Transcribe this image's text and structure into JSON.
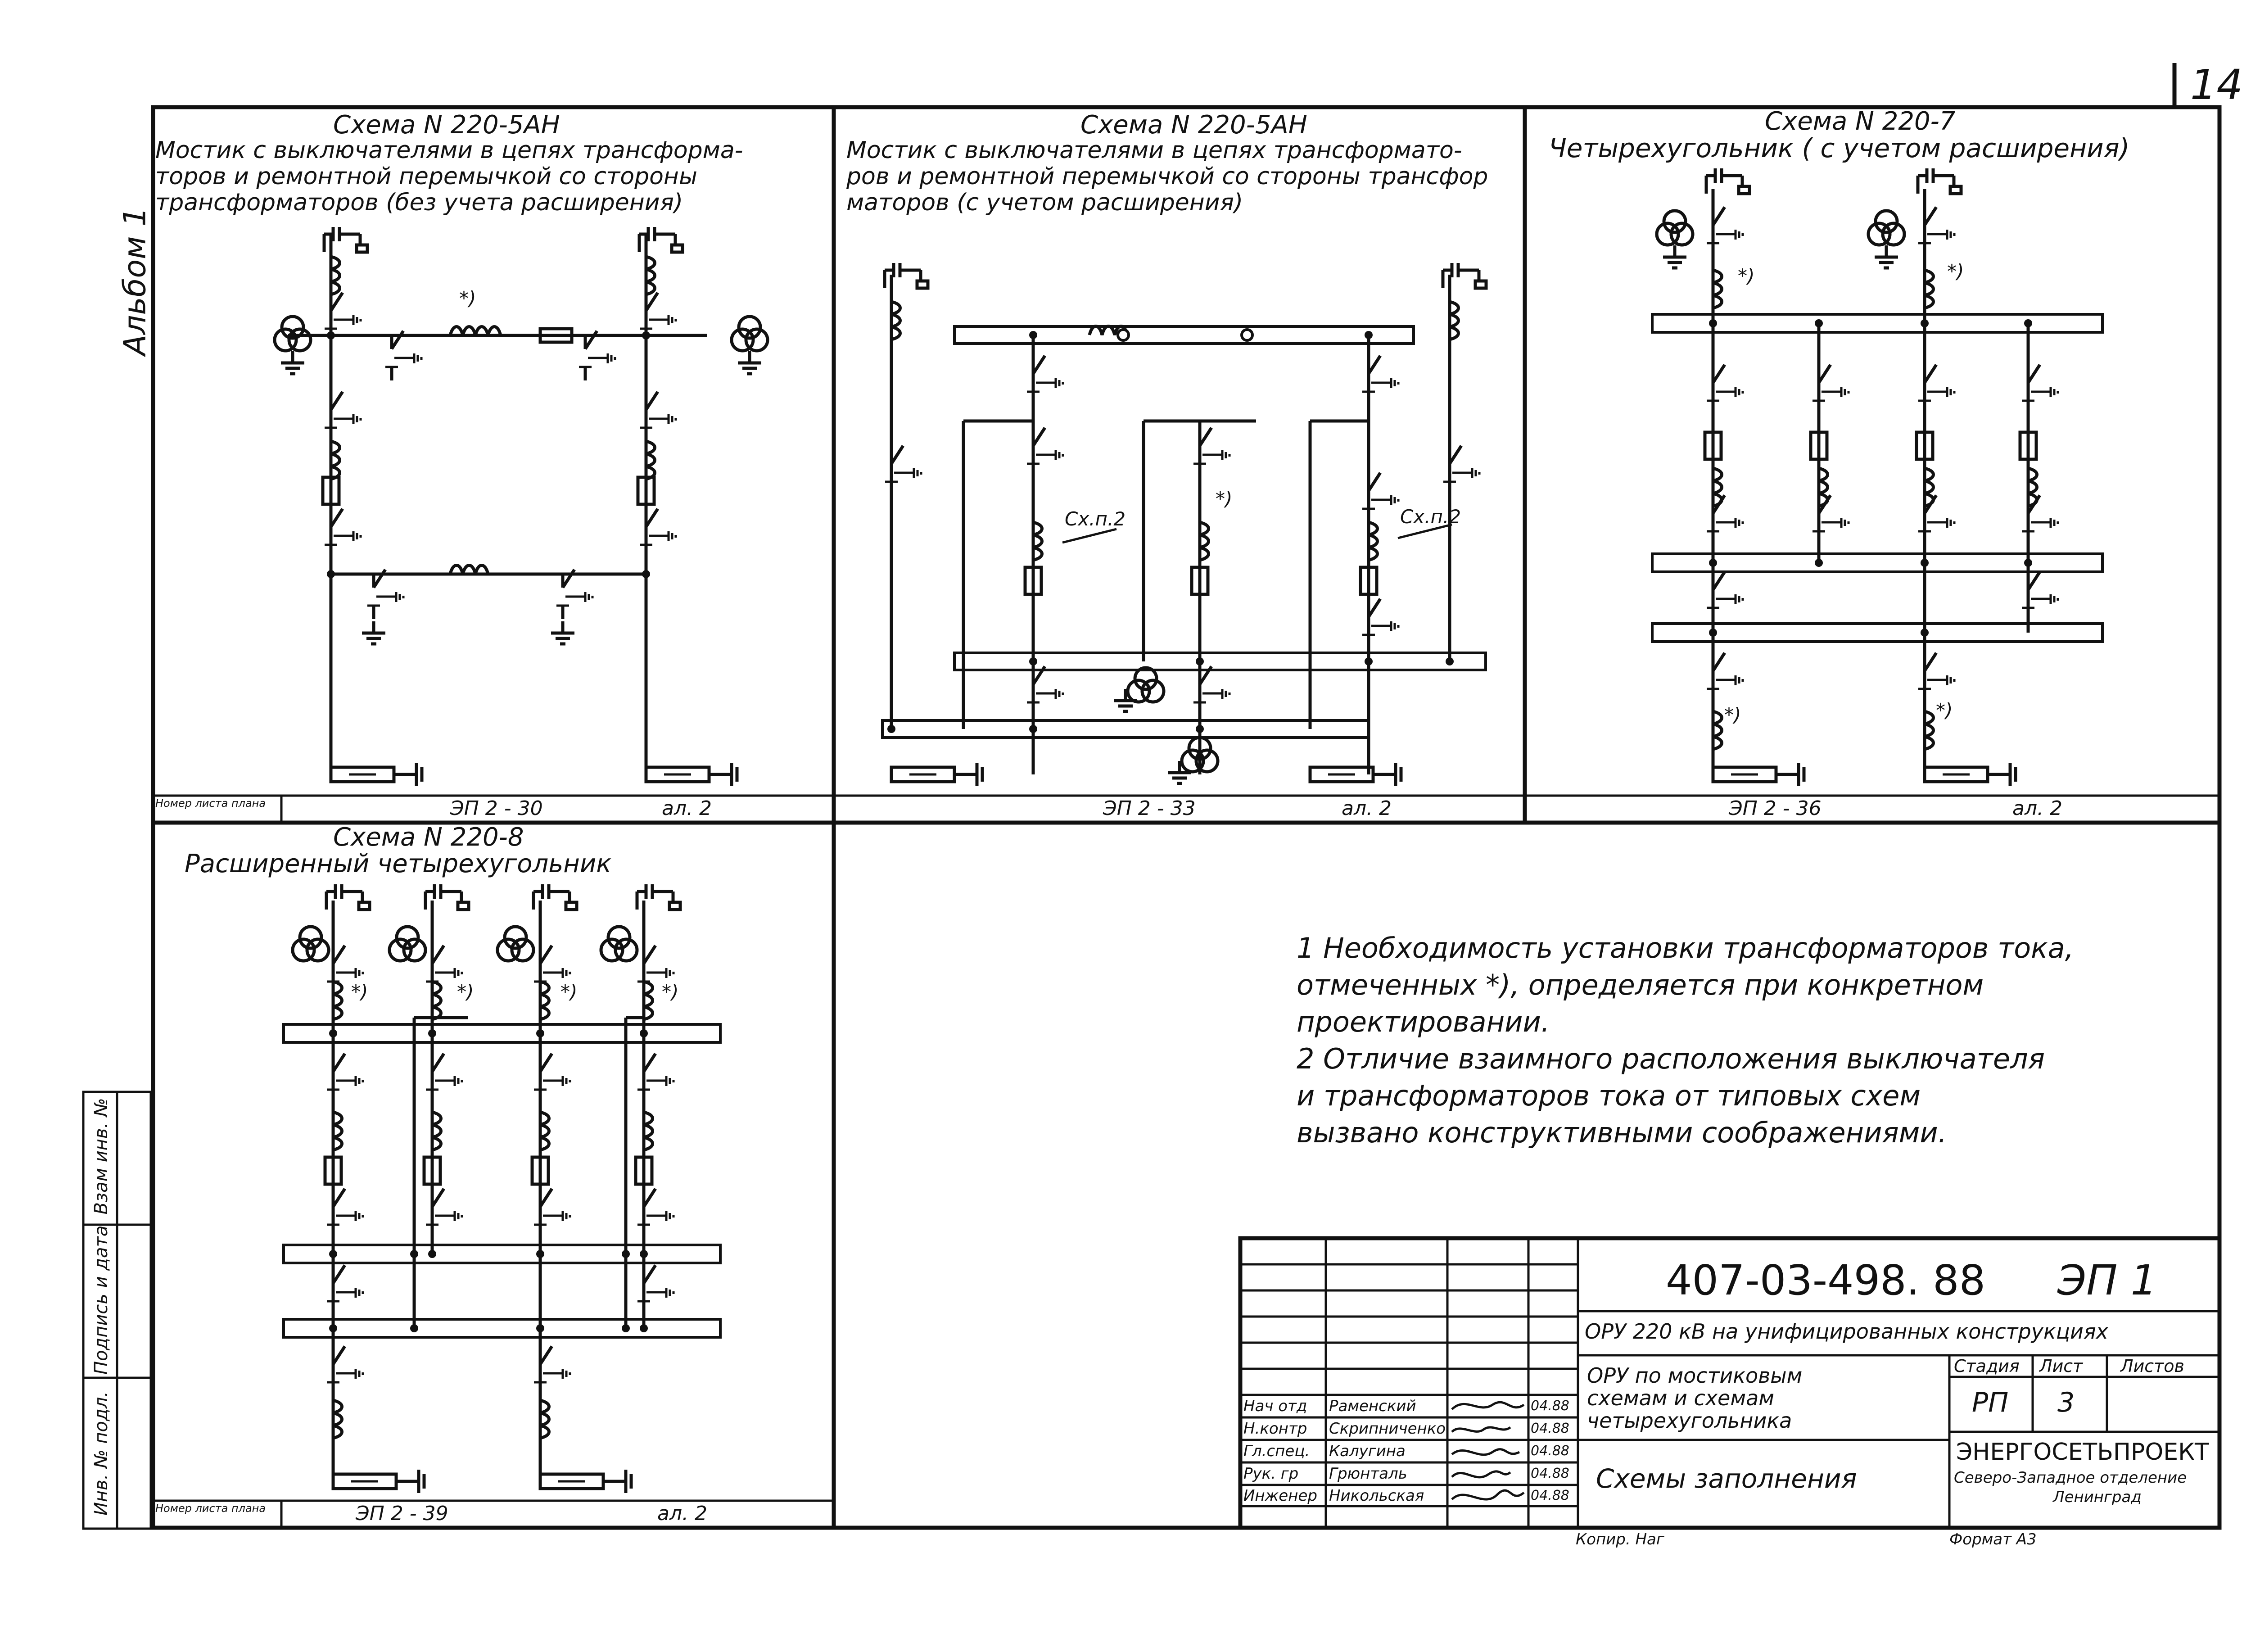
{
  "page_number": "14",
  "album_label": "Альбом 1",
  "left_stamp": [
    "Инв. № подл.",
    "Подпись и дата",
    "Взам инв. №"
  ],
  "schemes": [
    {
      "title": "Схема N 220-5АН",
      "description": [
        "Мостик с выключателями в цепях трансформа-",
        "торов и ремонтной  перемычкой со стороны",
        "трансформаторов (без учета расширения)"
      ],
      "sheet_label": "Номер листа плана",
      "sheet_code": "ЭП 2 - 30",
      "sheet_page": "ал. 2"
    },
    {
      "title": "Схема N 220-5АН",
      "description": [
        "Мостик с выключателями в цепях трансформато-",
        "ров и ремонтной перемычкой со стороны трансфор",
        "маторов  (с учетом  расширения)"
      ],
      "labels": [
        "Сх.п.2",
        "Сх.п.2"
      ],
      "sheet_code": "ЭП 2 - 33",
      "sheet_page": "ал. 2"
    },
    {
      "title": "Схема  N 220-7",
      "description": [
        "Четырехугольник ( с учетом расширения)"
      ],
      "sheet_code": "ЭП 2 - 36",
      "sheet_page": "ал. 2"
    },
    {
      "title": "Схема  N 220-8",
      "description": [
        "Расширенный   четырехугольник"
      ],
      "sheet_label": "Номер листа плана",
      "sheet_code": "ЭП 2 - 39",
      "sheet_page": "ал. 2"
    }
  ],
  "ct_mark": "*)",
  "notes": [
    "1  Необходимость  установки  трансформаторов  тока,",
    "    отмеченных   *), определяется  при  конкретном",
    "    проектировании.",
    "2 Отличие взаимного расположения выключателя",
    "    и трансформаторов тока от типовых схем",
    "    вызвано  конструктивными  соображениями."
  ],
  "title_block": {
    "doc_code": "407-03-498. 88",
    "doc_mark": "ЭП 1",
    "project": "ОРУ 220 кВ на унифицированных  конструкциях",
    "subject": [
      "ОРУ по мостиковым",
      "схемам  и  схемам",
      "четырехугольника"
    ],
    "sheet_title": "Схемы   заполнения",
    "stage_header": "Стадия",
    "sheet_header": "Лист",
    "sheets_header": "Листов",
    "stage": "РП",
    "sheet": "3",
    "org_name": "ЭНЕРГОСЕТЬПРОЕКТ",
    "org_branch": "Северо-Западное отделение",
    "org_city": "Ленинград",
    "roles": [
      {
        "role": "Нач отд",
        "name": "Раменский",
        "date": "04.88"
      },
      {
        "role": "Н.контр",
        "name": "Скрипниченко",
        "date": "04.88"
      },
      {
        "role": "Гл.спец.",
        "name": "Калугина",
        "date": "04.88"
      },
      {
        "role": "Рук. гр",
        "name": "Грюнталь",
        "date": "04.88"
      },
      {
        "role": "Инженер",
        "name": "Никольская",
        "date": "04.88"
      }
    ],
    "copied": "Копир. Наг",
    "format": "Формат А3"
  }
}
